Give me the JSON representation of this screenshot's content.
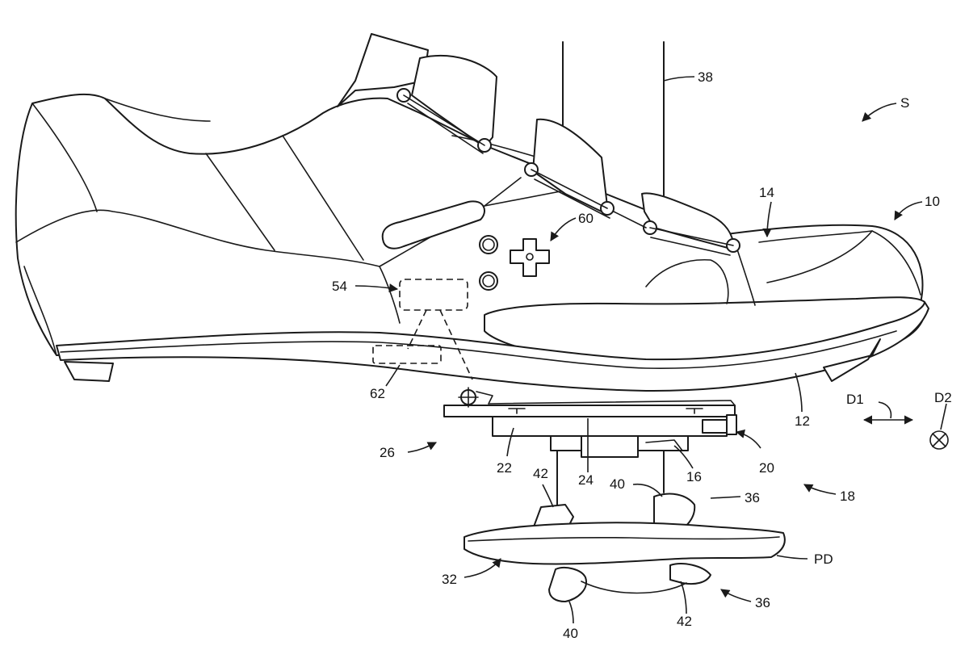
{
  "reference_labels": {
    "system": "S",
    "shoe": "10",
    "sole": "12",
    "upper": "14",
    "part_16": "16",
    "part_18": "18",
    "cleat_unit": "20",
    "part_22": "22",
    "part_24": "24",
    "part_26": "26",
    "pedal_body": "32",
    "binding_front": "36",
    "binding_rear": "36",
    "crank": "38",
    "claw_a": "40",
    "claw_b": "40",
    "claw_c": "42",
    "claw_d": "42",
    "electronics": "54",
    "controls": "60",
    "sole_device": "62",
    "pedal": "PD",
    "direction_1": "D1",
    "direction_2": "D2"
  },
  "colors": {
    "line": "#1a1a1a",
    "background": "#ffffff"
  }
}
